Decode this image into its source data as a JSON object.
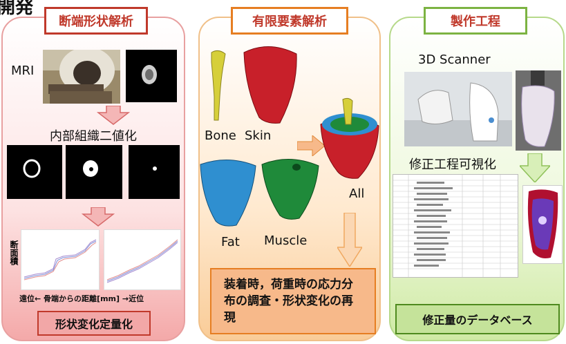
{
  "header": {
    "title_fragment": "開発"
  },
  "panels": {
    "shape": {
      "tab": "断端形状解析",
      "mri_label": "MRI",
      "binarize_label": "内部組織二値化",
      "graph_ylabel": "断面積",
      "graph_xlabel": "遠位← 骨端からの距離[mm] →近位",
      "result": "形状変化定量化"
    },
    "fem": {
      "tab": "有限要素解析",
      "labels": {
        "bone": "Bone",
        "skin": "Skin",
        "fat": "Fat",
        "muscle": "Muscle",
        "all": "All"
      },
      "result": "装着時，荷重時の応力分布の調査・形状変化の再現"
    },
    "manufacturing": {
      "tab": "製作工程",
      "scanner_label": "3D Scanner",
      "visualize_label": "修正工程可視化",
      "result": "修正量のデータベース"
    }
  },
  "colors": {
    "shape_accent": "#c0392b",
    "fem_accent": "#e67e22",
    "manufacturing_accent": "#7cb342",
    "bone": "#d6cf3a",
    "skin": "#c8202a",
    "fat": "#2f8fd0",
    "muscle": "#1f8a3a"
  }
}
